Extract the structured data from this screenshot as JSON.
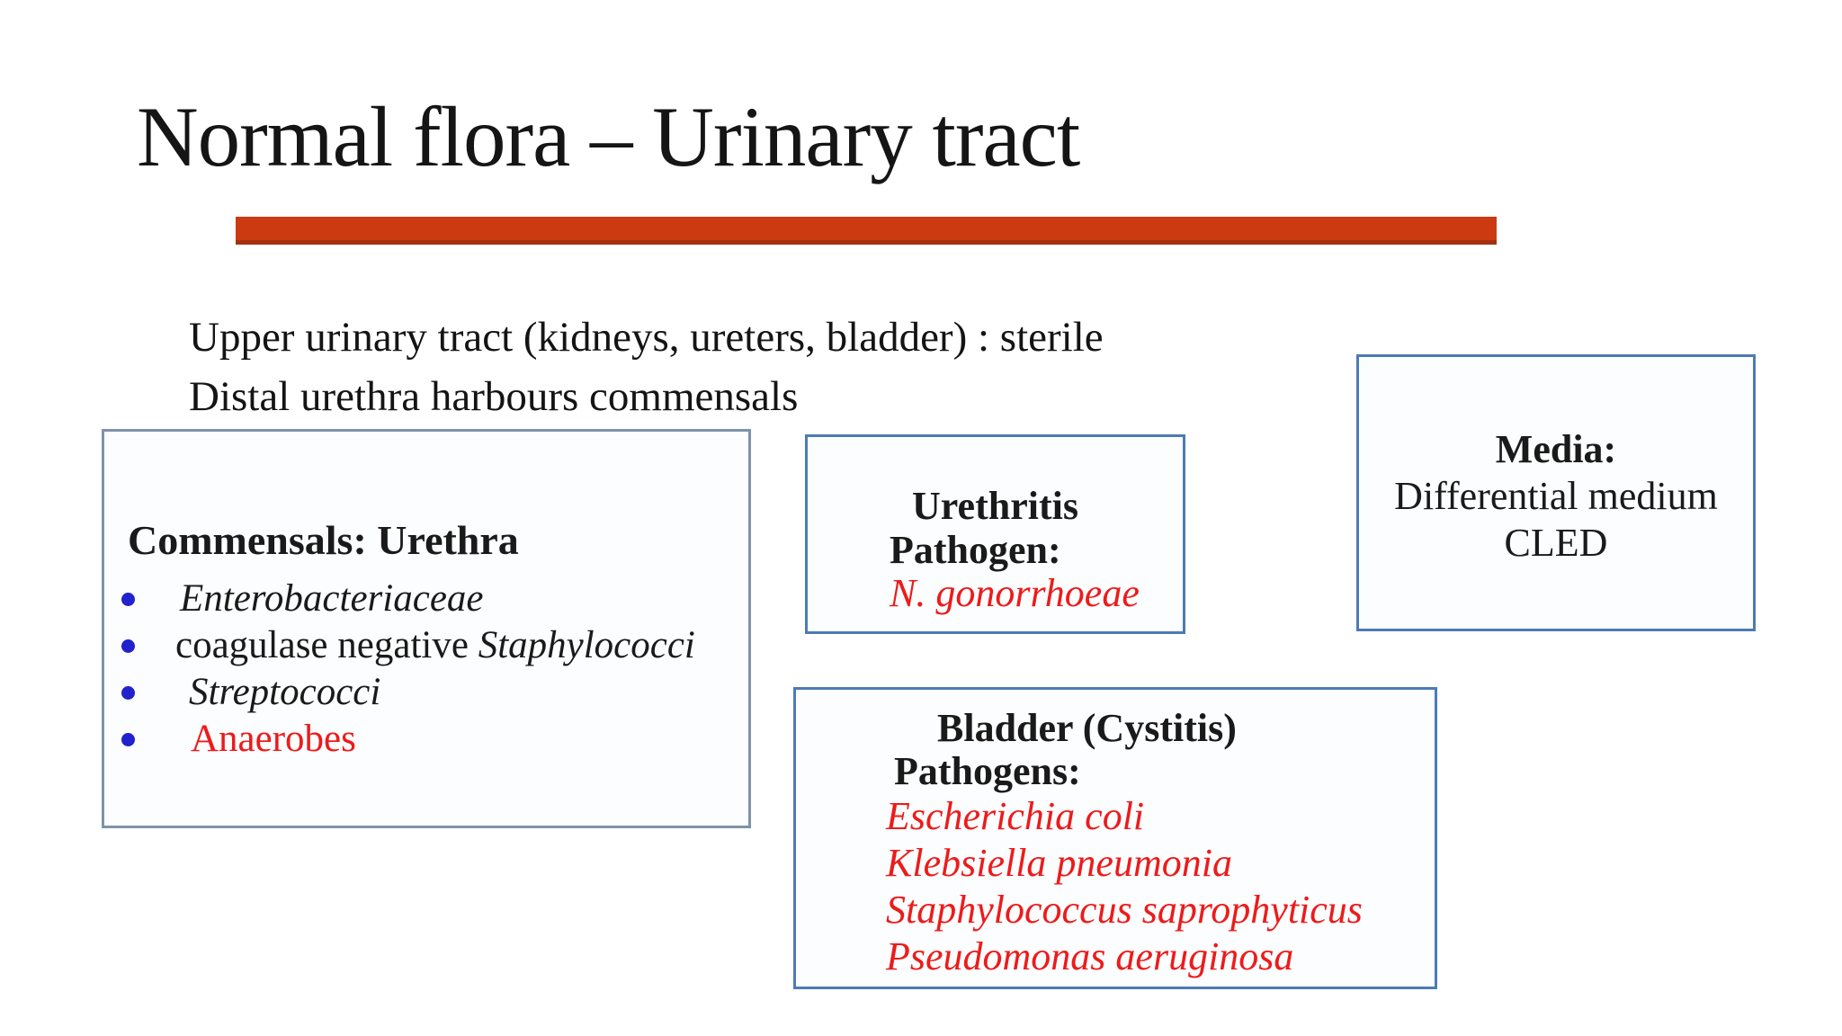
{
  "slide": {
    "title": "Normal flora – Urinary tract",
    "intro": {
      "line1": "Upper urinary tract (kidneys, ureters, bladder) : sterile",
      "line2": "Distal urethra harbours commensals"
    }
  },
  "commensals_box": {
    "heading": "Commensals: Urethra",
    "bullets": [
      {
        "prefix": "",
        "species": "Enterobacteriaceae"
      },
      {
        "prefix": "coagulase negative ",
        "species": "Staphylococci"
      },
      {
        "prefix": "",
        "species": "Streptococci"
      },
      {
        "prefix": "Anaerobes",
        "species": ""
      }
    ]
  },
  "urethritis_box": {
    "title": "Urethritis",
    "label": "Pathogen:",
    "pathogen": "N. gonorrhoeae"
  },
  "media_box": {
    "heading": "Media:",
    "line1": "Differential medium",
    "line2": "CLED"
  },
  "bladder_box": {
    "title": "Bladder (Cystitis)",
    "label": "Pathogens:",
    "pathogens": [
      "Escherichia coli",
      "Klebsiella pneumonia",
      "Staphylococcus saprophyticus",
      "Pseudomonas aeruginosa"
    ]
  },
  "colors": {
    "accent_bar": "#cc3a11",
    "accent_bar_shadow": "#a53010",
    "pathogen_red": "#ed1b1b",
    "bullet_blue": "#2121cd",
    "box_border_blue": "#4d7bb5",
    "left_box_border": "#7e93a8",
    "text_black": "#1a1a1a"
  }
}
